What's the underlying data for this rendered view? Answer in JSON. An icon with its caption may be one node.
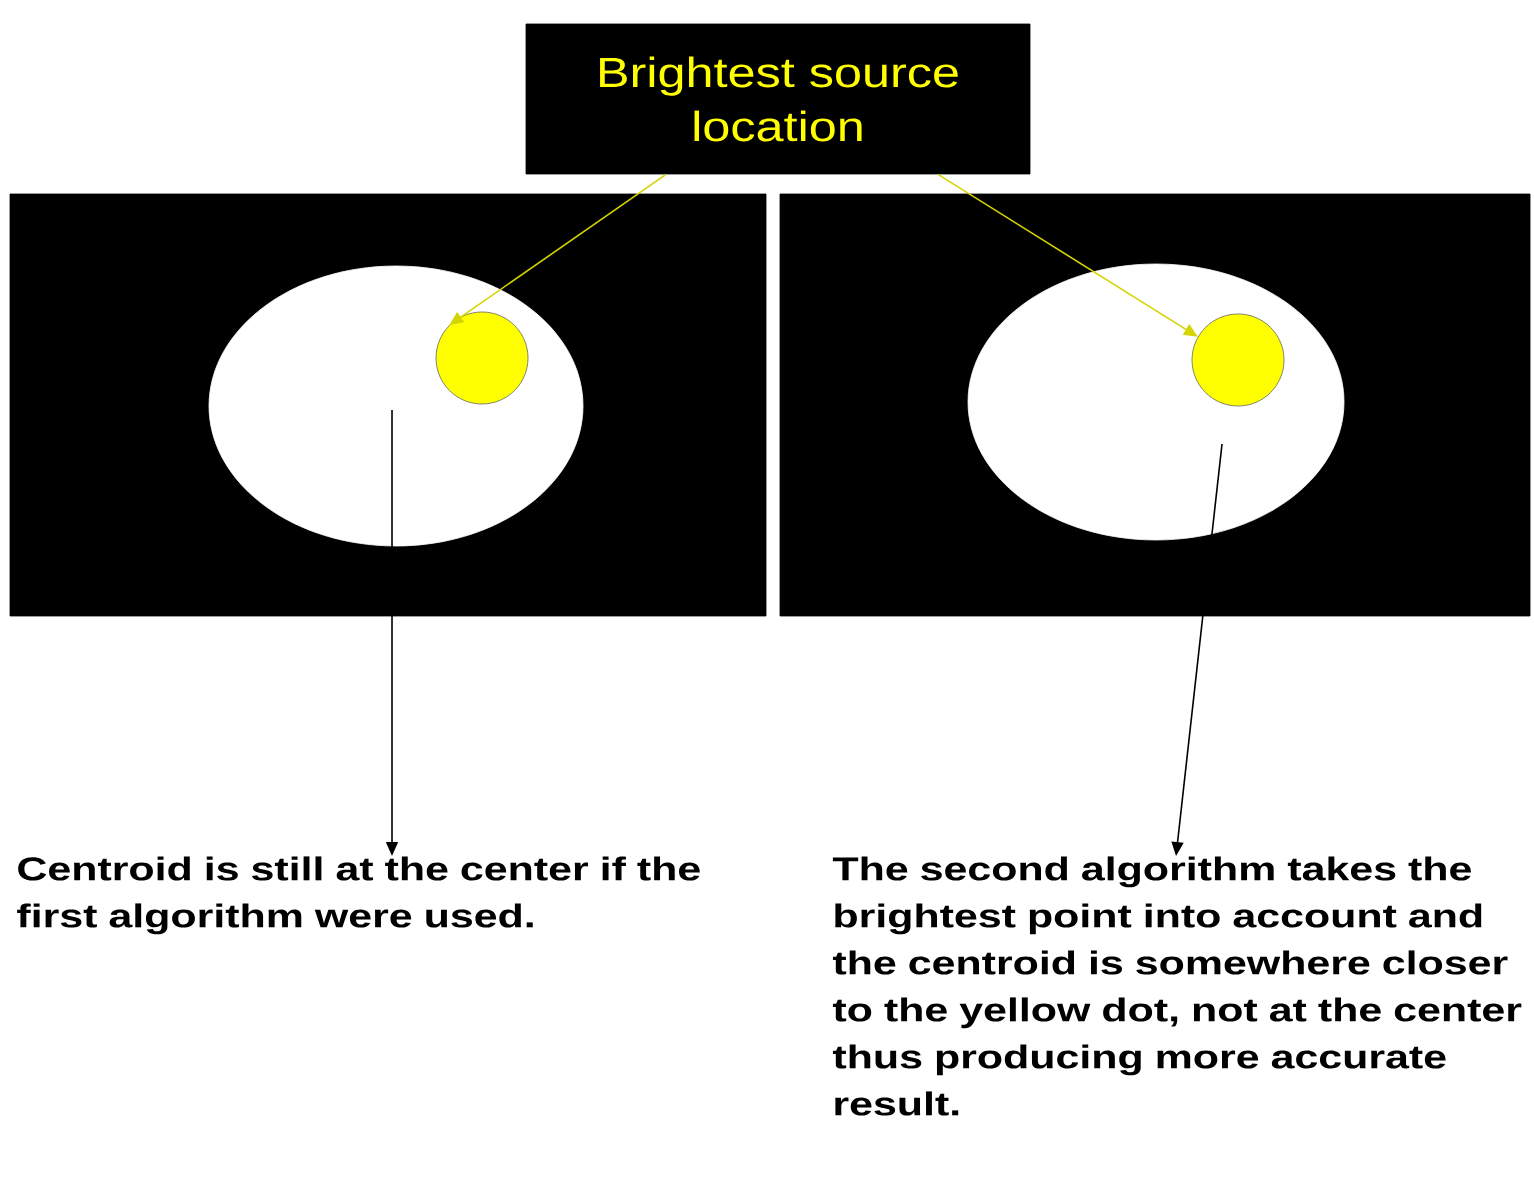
{
  "diagram": {
    "nodes": [
      {
        "text": [
          "Brightest source location"
        ]
      },
      {
        "text": [],
        "shape": "box"
      },
      {
        "text": [],
        "shape": "box"
      },
      {
        "text": [],
        "shape": "ellipse",
        "in": 1
      },
      {
        "text": [],
        "shape": "circle",
        "in": 3
      },
      {
        "text": [],
        "shape": "ellipse",
        "in": 2
      },
      {
        "text": [],
        "shape": "circle",
        "in": 5
      },
      {
        "text": [
          "Centroid is still at the center if the first algorithm were used."
        ]
      },
      {
        "text": [
          "The second algorithm takes the brightest point into account and the centroid is somewhere closer to the yellow dot, not at the center thus producing more accurate result."
        ]
      }
    ],
    "edges": [
      {
        "from": 0,
        "to": 4,
        "arrow": "to",
        "color": "#d4d400"
      },
      {
        "from": 0,
        "to": 6,
        "arrow": "to",
        "color": "#d4d400"
      },
      {
        "from": null,
        "to": 7,
        "arrow": "to",
        "color": "#000000"
      },
      {
        "from": null,
        "to": 8,
        "arrow": "to",
        "color": "#000000"
      }
    ]
  }
}
